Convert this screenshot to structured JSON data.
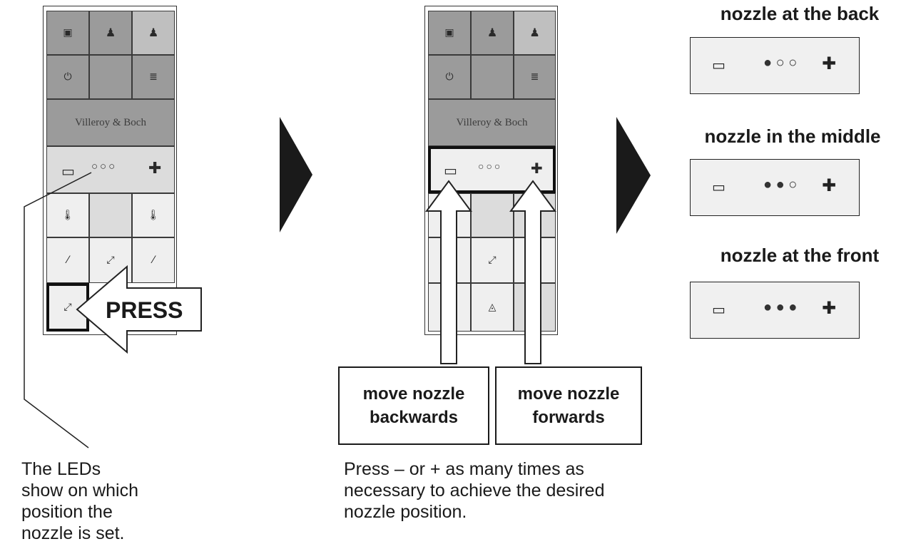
{
  "left_panel": {
    "brand": "Villeroy & Boch",
    "press_label": "PRESS"
  },
  "middle_panel": {
    "brand": "Villeroy & Boch"
  },
  "icons": {
    "square": "■",
    "person": "🕴",
    "power": "⏻",
    "lines": "≣",
    "minus": "−",
    "plus": "+",
    "drop": "💧",
    "led_off": "○",
    "led_on": "●"
  },
  "labels": {
    "move_backwards": "move nozzle backwards",
    "move_forwards": "move nozzle forwards"
  },
  "captions": {
    "left": "The LEDs show on which position the nozzle is set.",
    "middle": "Press – or + as many times as necessary to achieve the desired nozzle position."
  },
  "positions": [
    {
      "title": "nozzle at the back",
      "leds": "● ○ ○"
    },
    {
      "title": "nozzle in the middle",
      "leds": "● ● ○"
    },
    {
      "title": "nozzle at the front",
      "leds": "● ● ●"
    }
  ]
}
